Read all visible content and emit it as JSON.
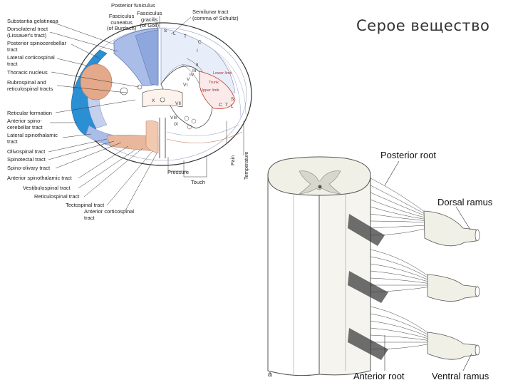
{
  "slide_title": "Серое вещество",
  "cross_section": {
    "top_labels": {
      "posterior_funiculus": "Posterior funiculus",
      "fasciculus_cuneatus": "Fasciculus\ncuneatus\n(of Burdach)",
      "fasciculus_gracilis": "Fasciculus\ngracilis\n(of Goll)",
      "semilunar_tract": "Semilunar tract\n(comma of Schultz)"
    },
    "left_labels": [
      "Substantia gelatinosa",
      "Dorsolateral tract\n(Lissauer's tract)",
      "Posterior spinocerebellar\ntract",
      "Lateral corticospinal\ntract",
      "Thoracic nucleus",
      "Rubrospinal and\nreticulospinal tracts",
      "Reticular formation",
      "Anterior spino-\ncerebellar tract",
      "Lateral spinothalamic\ntract",
      "Olivospinal tract",
      "Spinotectal tract",
      "Spino-olivary tract",
      "Anterior spinothalamic tract",
      "Vestibulospinal tract",
      "Reticulospinal tract",
      "Tectospinal tract",
      "Anterior corticospinal\ntract"
    ],
    "bottom_labels": {
      "pressure": "Pressure",
      "touch": "Touch"
    },
    "vertical_labels": {
      "pain": "Pain",
      "temperature": "Temperature"
    },
    "lamina_letters": [
      "S",
      "L",
      "T",
      "C",
      "S",
      "T",
      "L",
      "C"
    ],
    "laminae": [
      "I",
      "II",
      "III",
      "IV",
      "V",
      "VI",
      "VII",
      "VIII",
      "IX",
      "X"
    ],
    "motor_labels": [
      "Lower limb",
      "Trunk",
      "Upper limb"
    ]
  },
  "longitudinal": {
    "panel_letter": "a",
    "posterior_root": "Posterior root",
    "dorsal_ramus": "Dorsal ramus",
    "anterior_root": "Anterior root",
    "ventral_ramus": "Ventral ramus"
  }
}
